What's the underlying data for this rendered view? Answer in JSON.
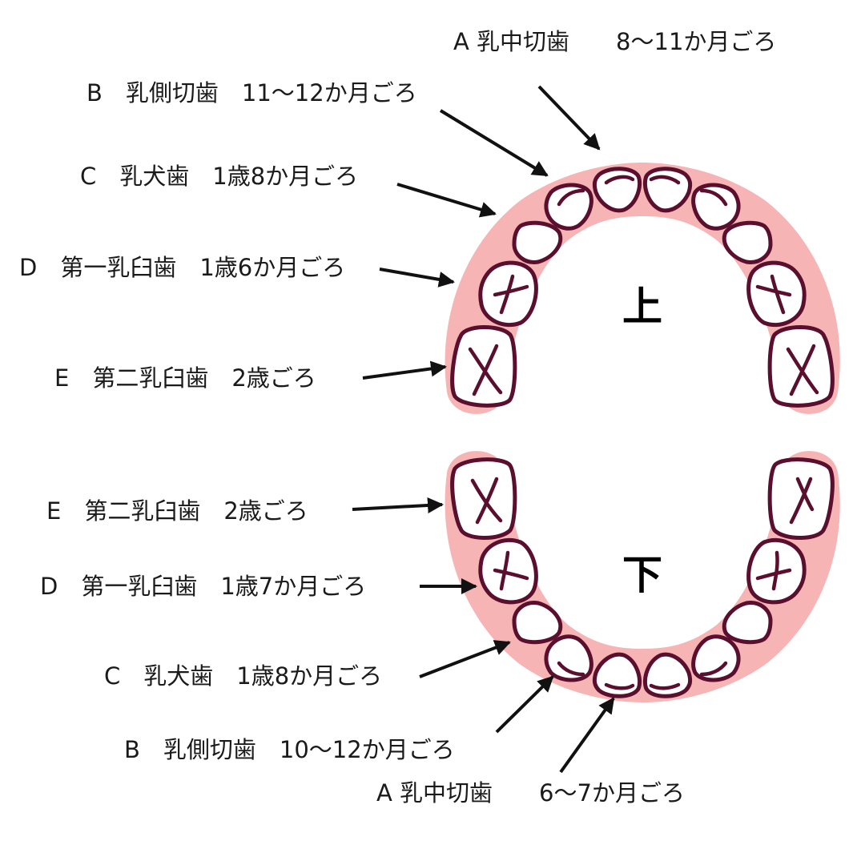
{
  "upper": {
    "jaw_label": "上",
    "labels": {
      "a": "A  乳中切歯　　8〜11か月ごろ",
      "b": "B　乳側切歯　11〜12か月ごろ",
      "c": "C　乳犬歯　1歳8か月ごろ",
      "d": "D　第一乳臼歯　1歳6か月ごろ",
      "e": "E　第二乳臼歯　2歳ごろ"
    }
  },
  "lower": {
    "jaw_label": "下",
    "labels": {
      "e": "E　第二乳臼歯　2歳ごろ",
      "d": "D　第一乳臼歯　1歳7か月ごろ",
      "c": "C　乳犬歯　1歳8か月ごろ",
      "b": "B　乳側切歯　10〜12か月ごろ",
      "a": "A  乳中切歯　　6〜7か月ごろ"
    }
  },
  "colors": {
    "gum": "#f6b4b4",
    "tooth_outline": "#5a0f2e",
    "arrow": "#111111"
  }
}
